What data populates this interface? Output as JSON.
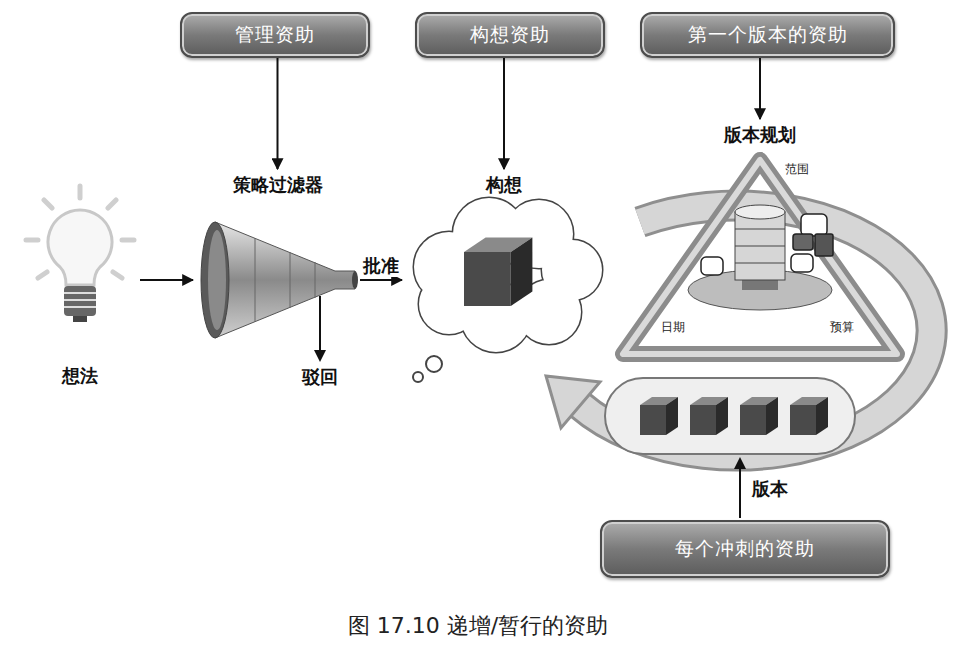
{
  "diagram": {
    "caption": "图 17.10 递增/暂行的资助",
    "nodes": [
      {
        "text": [
          "管理资助"
        ]
      },
      {
        "text": [
          "构想资助"
        ]
      },
      {
        "text": [
          "第一个版本的资助"
        ]
      },
      {
        "text": [
          "版本规划",
          "范围",
          "日期",
          "预算"
        ]
      },
      {
        "text": [
          "策略过滤器"
        ]
      },
      {
        "text": [
          "构想"
        ]
      },
      {
        "text": [
          "想法"
        ]
      },
      {
        "text": [
          "每个冲刺的资助"
        ]
      }
    ],
    "edges": [
      {
        "from": 0,
        "to": 4,
        "arrow": "to"
      },
      {
        "from": 1,
        "to": 5,
        "arrow": "to"
      },
      {
        "from": 2,
        "to": 3,
        "arrow": "to"
      },
      {
        "from": 6,
        "to": 4,
        "arrow": "to"
      },
      {
        "from": 4,
        "to": 5,
        "label": "批准",
        "arrow": "to"
      }
    ],
    "labels": [
      "驳回",
      "版本"
    ]
  }
}
